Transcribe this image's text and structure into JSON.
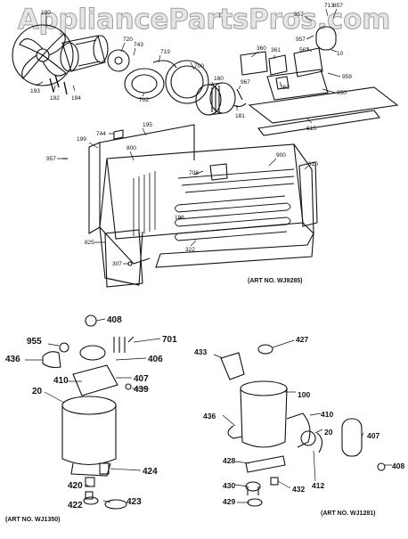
{
  "watermark": "AppliancePartsPros.com",
  "art_numbers": {
    "top": "(ART NO. WJ9285)",
    "bottom_left": "(ART NO. WJ1350)",
    "bottom_right": "(ART NO. WJ1281)"
  },
  "callouts_top": [
    "190",
    "193",
    "192",
    "194",
    "720",
    "743",
    "719",
    "702",
    "700",
    "180",
    "967",
    "181",
    "744",
    "195",
    "199",
    "957",
    "800",
    "825",
    "307",
    "322",
    "186",
    "708",
    "900",
    "610",
    "360",
    "361",
    "363",
    "957",
    "713",
    "857",
    "957",
    "567",
    "10",
    "959",
    "950",
    "615"
  ],
  "callouts_bottom_left": [
    "408",
    "955",
    "436",
    "701",
    "406",
    "410",
    "407",
    "439",
    "20",
    "424",
    "420",
    "422",
    "423"
  ],
  "callouts_bottom_right": [
    "433",
    "427",
    "100",
    "436",
    "410",
    "20",
    "407",
    "408",
    "412",
    "428",
    "430",
    "432",
    "429"
  ]
}
